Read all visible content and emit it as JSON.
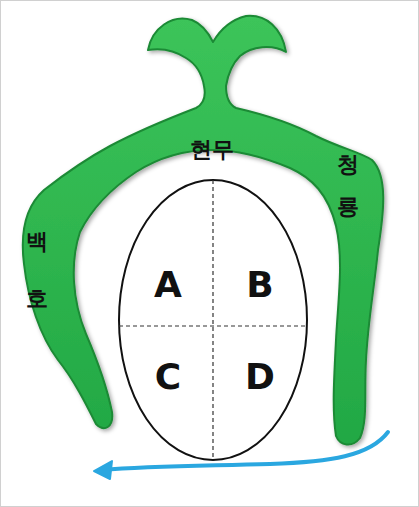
{
  "diagram": {
    "labels": [
      "현무",
      "청룡",
      "백호",
      "A",
      "B",
      "C",
      "D"
    ]
  }
}
